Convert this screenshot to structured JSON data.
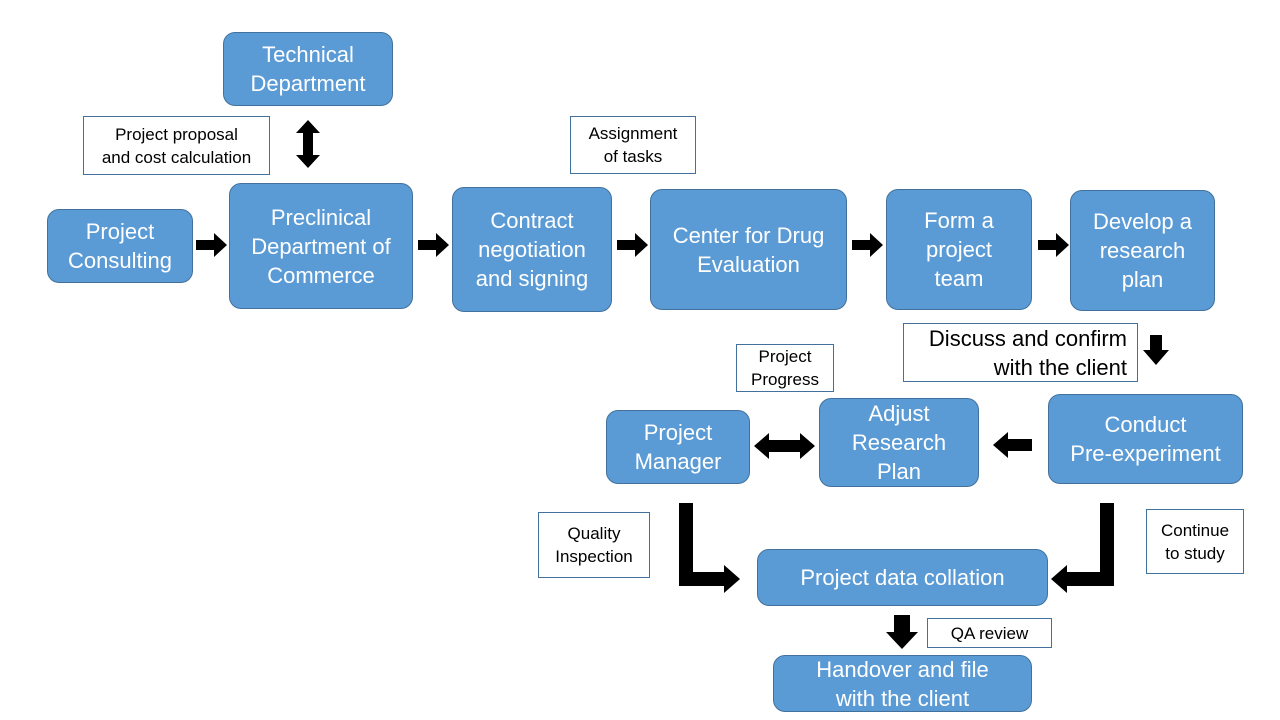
{
  "nodes": {
    "technical_department": "Technical\nDepartment",
    "project_consulting": "Project\nConsulting",
    "preclinical_department": "Preclinical\nDepartment of\nCommerce",
    "contract_negotiation": "Contract\nnegotiation\nand signing",
    "center_drug_evaluation": "Center for Drug\nEvaluation",
    "form_project_team": "Form a\nproject\nteam",
    "develop_research_plan": "Develop a\nresearch\nplan",
    "conduct_pre_experiment": "Conduct\nPre-experiment",
    "adjust_research_plan": "Adjust\nResearch\nPlan",
    "project_manager": "Project\nManager",
    "project_data_collation": "Project data collation",
    "handover_file_client": "Handover and file\nwith the client"
  },
  "notes": {
    "project_proposal": "Project proposal\nand cost calculation",
    "assignment_of_tasks": "Assignment\nof tasks",
    "discuss_confirm": "Discuss and confirm\nwith the client",
    "project_progress": "Project\nProgress",
    "quality_inspection": "Quality\nInspection",
    "continue_to_study": "Continue\nto study",
    "qa_review": "QA review"
  },
  "colors": {
    "node_fill": "#5b9bd5",
    "node_border": "#41719c",
    "arrow": "#000000"
  }
}
